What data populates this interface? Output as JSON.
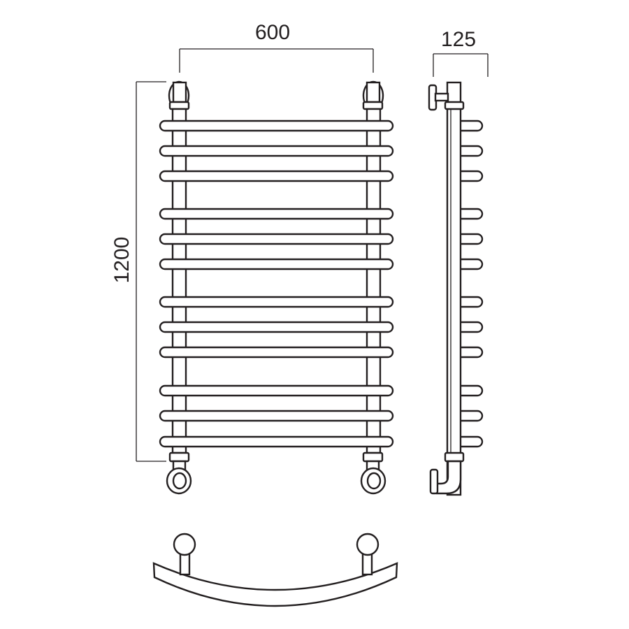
{
  "dimensions": {
    "width_label": "600",
    "depth_label": "125",
    "height_label": "1200"
  },
  "front_view": {
    "rail_count": 12,
    "rail_groups": [
      3,
      3,
      3,
      3
    ]
  },
  "side_view": {
    "rail_count": 12
  },
  "colors": {
    "line": "#231f20",
    "background": "#ffffff"
  }
}
